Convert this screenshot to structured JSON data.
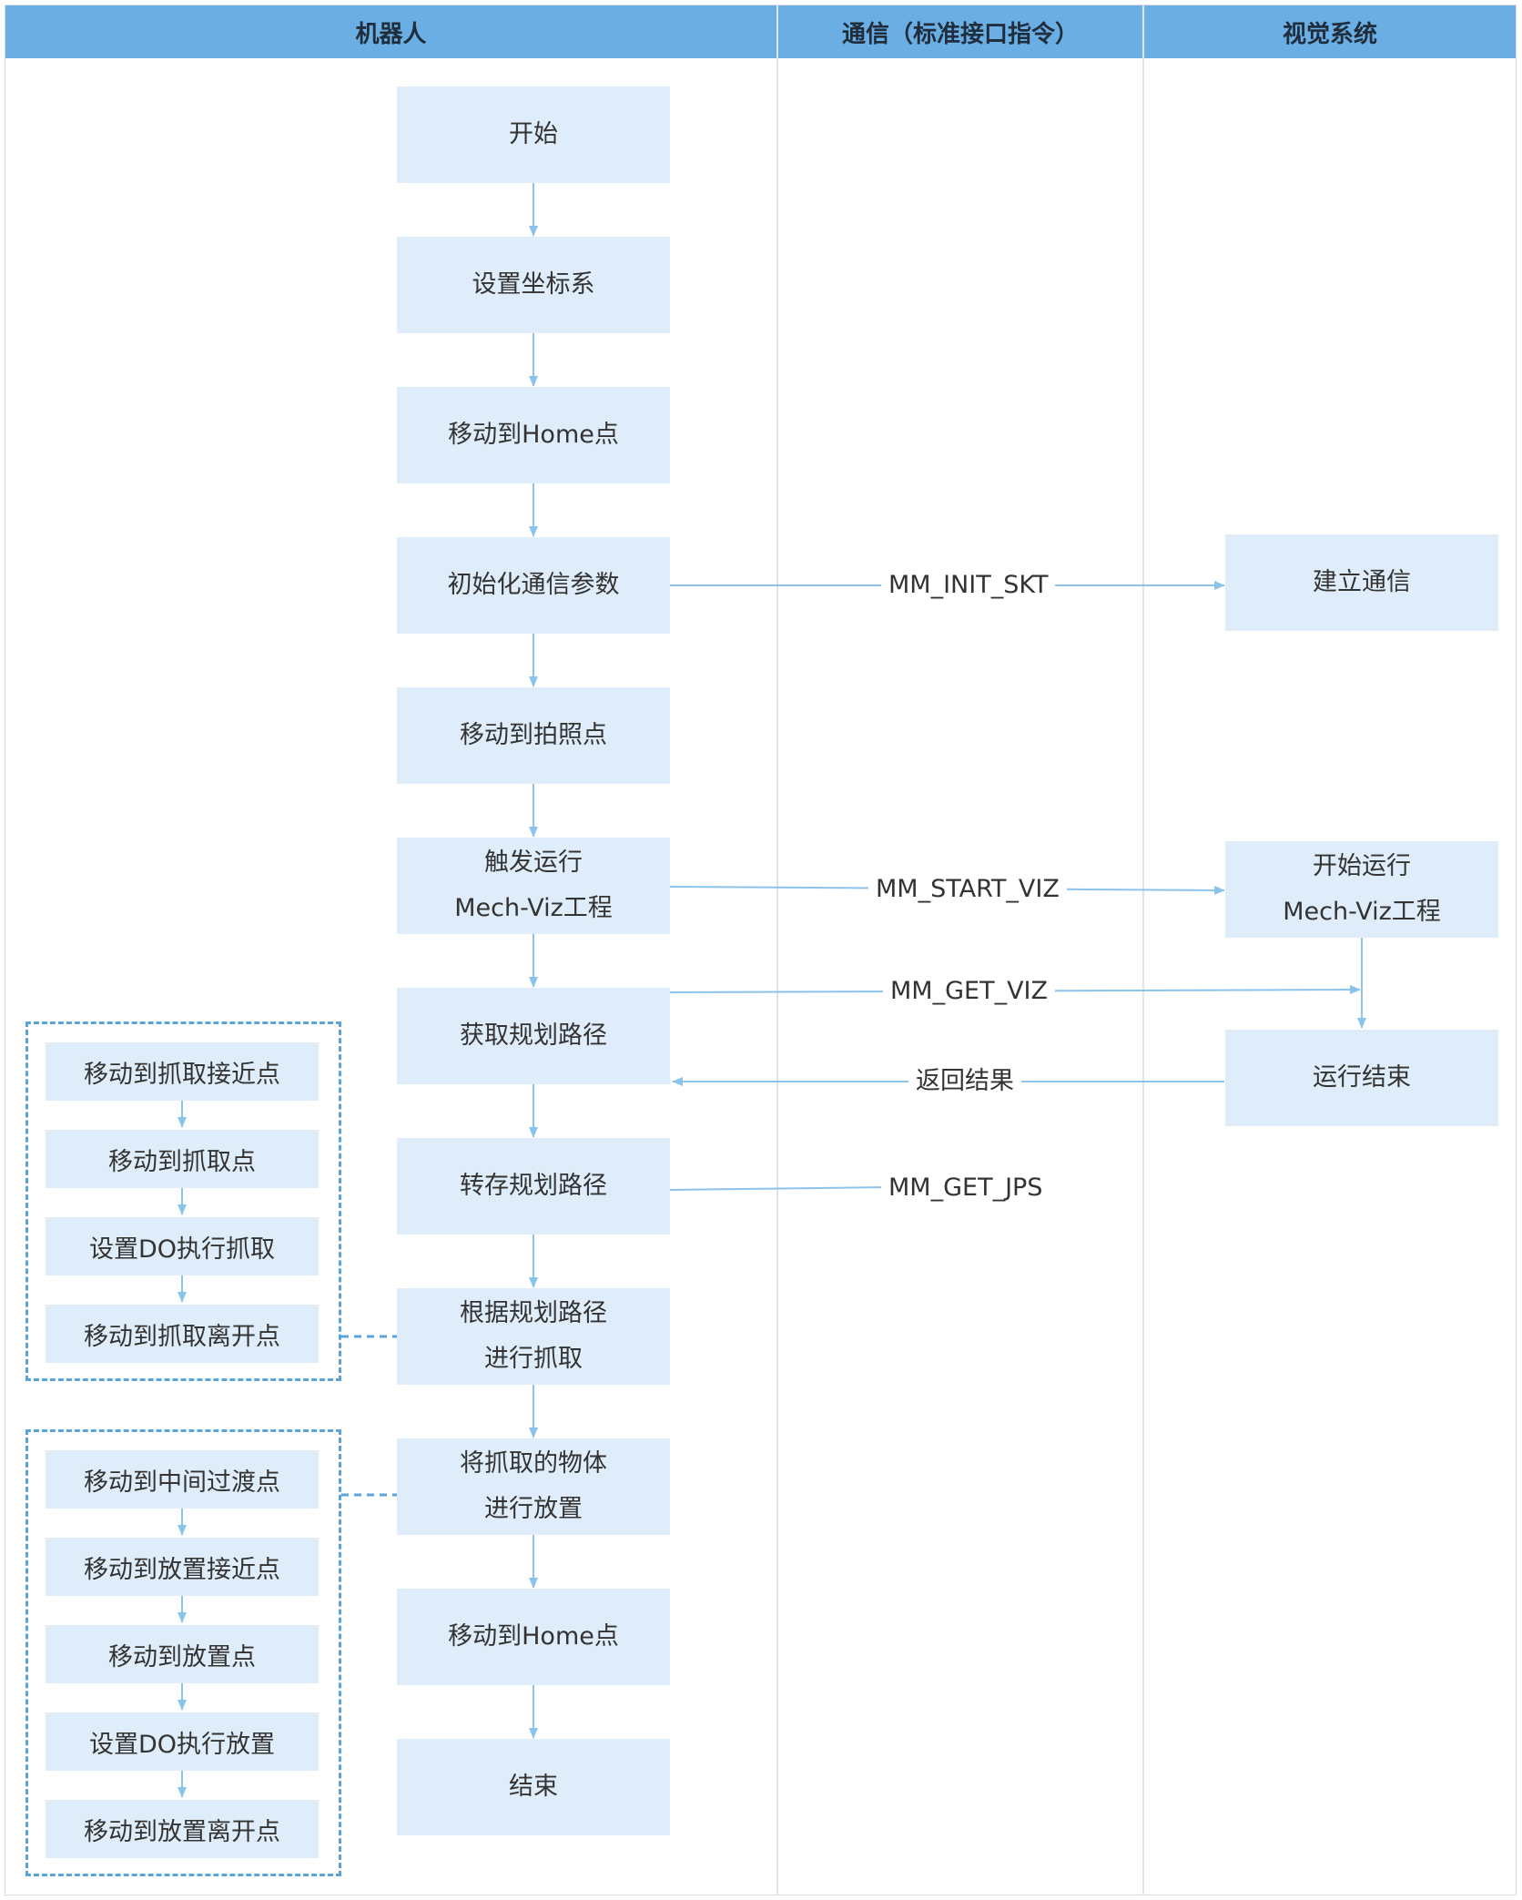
{
  "lanes": [
    "机器人",
    "通信（标准接口指令）",
    "视觉系统"
  ],
  "robot": [
    [
      "开始"
    ],
    [
      "设置坐标系"
    ],
    [
      "移动到Home点"
    ],
    [
      "初始化通信参数"
    ],
    [
      "移动到拍照点"
    ],
    [
      "触发运行",
      "Mech-Viz工程"
    ],
    [
      "获取规划路径"
    ],
    [
      "转存规划路径"
    ],
    [
      "根据规划路径",
      "进行抓取"
    ],
    [
      "将抓取的物体",
      "进行放置"
    ],
    [
      "移动到Home点"
    ],
    [
      "结束"
    ]
  ],
  "vision": [
    [
      "建立通信"
    ],
    [
      "开始运行",
      "Mech-Viz工程"
    ],
    [
      "运行结束"
    ]
  ],
  "messages": [
    "MM_INIT_SKT",
    "MM_START_VIZ",
    "MM_GET_VIZ",
    "返回结果",
    "MM_GET_JPS"
  ],
  "pick_steps": [
    "移动到抓取接近点",
    "移动到抓取点",
    "设置DO执行抓取",
    "移动到抓取离开点"
  ],
  "place_steps": [
    "移动到中间过渡点",
    "移动到放置接近点",
    "移动到放置点",
    "设置DO执行放置",
    "移动到放置离开点"
  ],
  "colors": {
    "header": "#6aaee3",
    "node": "#deedf9",
    "arrow": "#8cc3ea",
    "dashed": "#5aa3db"
  }
}
